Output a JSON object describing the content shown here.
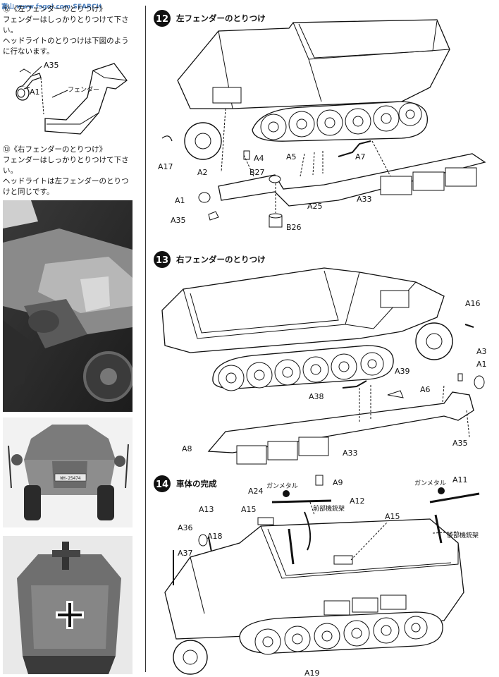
{
  "left_column": {
    "step12_note": {
      "title": "⑫《左フェンダーのとりつけ》",
      "line1": "フェンダーはしっかりとりつけて下さ",
      "line2": "い。",
      "line3": "ヘッドライトのとりつけは下図のよう",
      "line4": "に行ないます。"
    },
    "inset_labels": {
      "headlight_part": "A35",
      "headlight_lens": "A1",
      "fender": "フェンダー"
    },
    "step13_note": {
      "title": "⑬《右フェンダーのとりつけ》",
      "line1": "フェンダーはしっかりとりつけて下さい。",
      "line2": "ヘッドライトは左フェンダーのとりつ",
      "line3": "けと同じです。"
    },
    "photo2_plate": "WH-25474"
  },
  "steps": [
    {
      "number": "12",
      "title": "左フェンダーのとりつけ",
      "labels": [
        "A17",
        "A2",
        "A4",
        "A5",
        "A7",
        "B27",
        "A1",
        "A35",
        "A25",
        "A33",
        "B26"
      ]
    },
    {
      "number": "13",
      "title": "右フェンダーのとりつけ",
      "labels": [
        "A16",
        "A3",
        "A1",
        "A39",
        "A38",
        "A6",
        "A8",
        "A33",
        "A35"
      ]
    },
    {
      "number": "14",
      "title": "車体の完成",
      "labels": [
        "A24",
        "A13",
        "A15",
        "A36",
        "A18",
        "A37",
        "A9",
        "A12",
        "A11",
        "A15",
        "A19"
      ],
      "notes": {
        "gunmetal1": "ガンメタル",
        "gunmetal2": "ガンメタル",
        "front_mg": "前部機銃架",
        "rear_mg": "後部機銃架"
      }
    }
  ],
  "watermark": "富山 www.fsgol.com SEARCH"
}
